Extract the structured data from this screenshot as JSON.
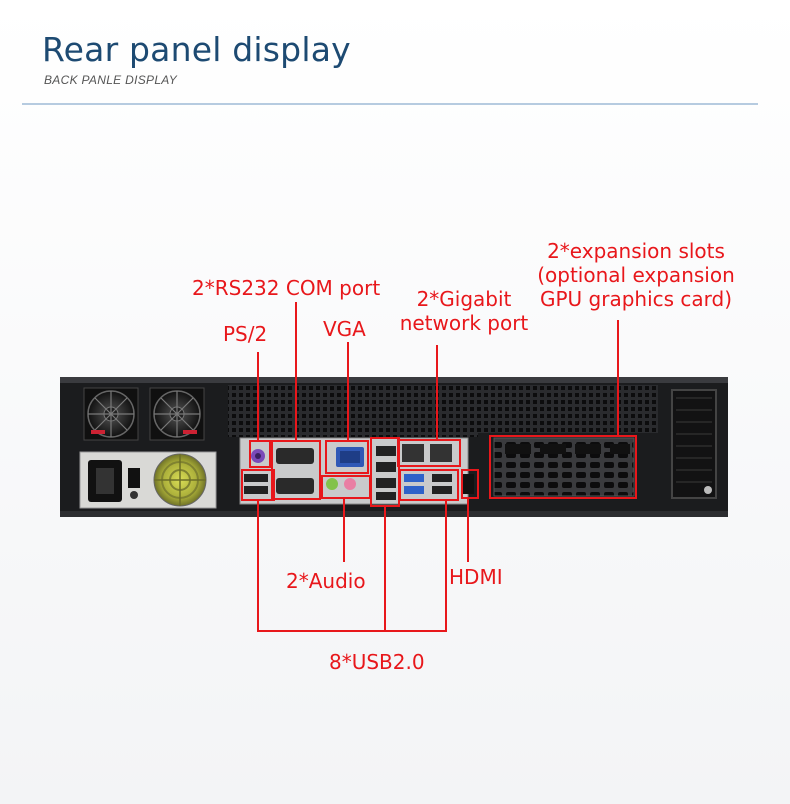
{
  "header": {
    "title": "Rear panel display",
    "subtitle": "BACK PANLE DISPLAY"
  },
  "callouts": {
    "expansion_line1": "2*expansion slots",
    "expansion_line2": "(optional expansion",
    "expansion_line3": "GPU graphics card)",
    "com": "2*RS232 COM port",
    "gigabit_line1": "2*Gigabit",
    "gigabit_line2": "network port",
    "ps2": "PS/2",
    "vga": "VGA",
    "audio": "2*Audio",
    "hdmi": "HDMI",
    "usb": "8*USB2.0"
  },
  "colors": {
    "title": "#1d4a72",
    "callout": "#e8171b",
    "chassis": "#1b1c1e"
  }
}
